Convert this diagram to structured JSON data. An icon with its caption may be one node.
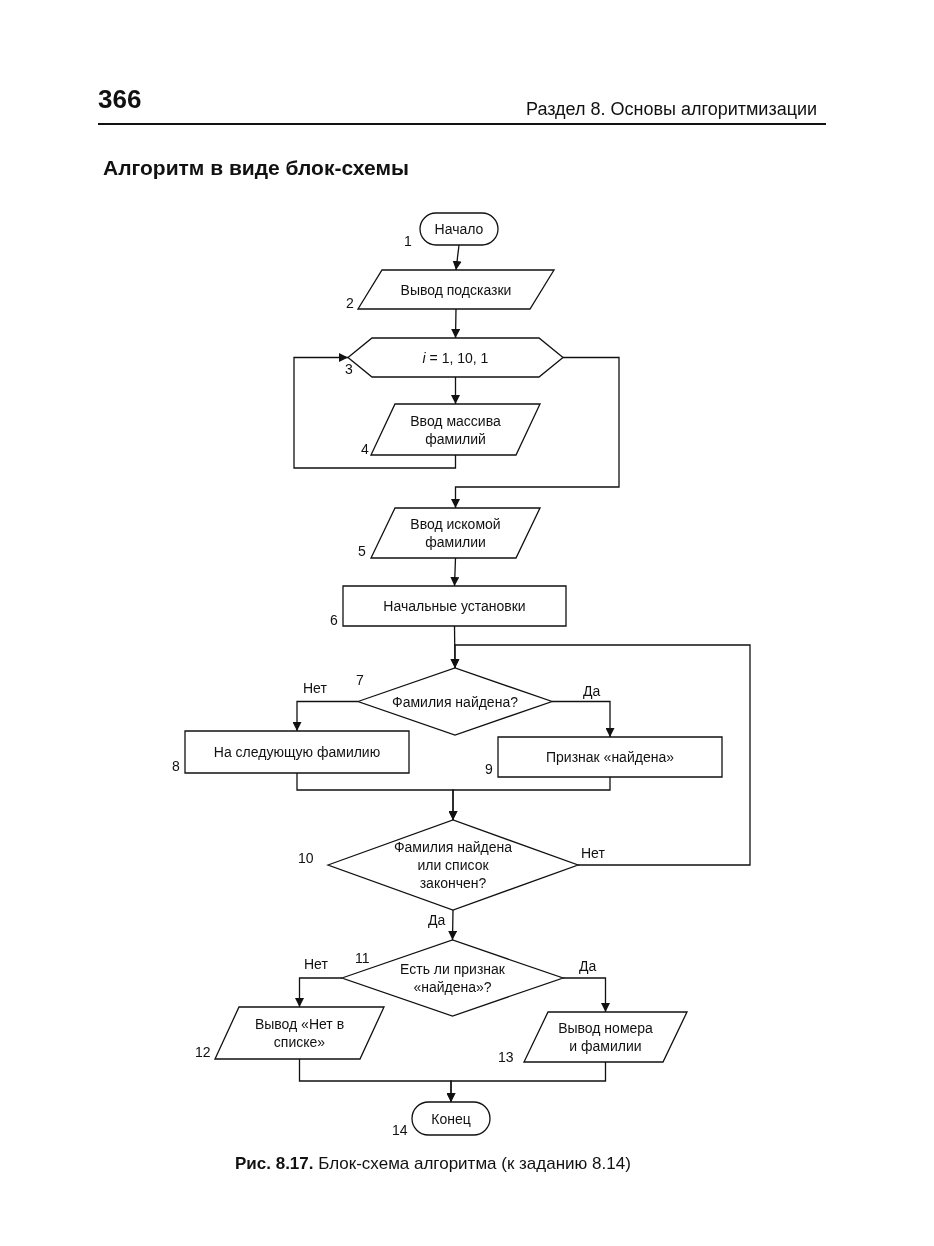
{
  "diagram": {
    "title": "Алгоритм в виде блок-схемы",
    "caption": "**Рис. 8.17.** Блок-схема алгоритма (к заданию 8.14)",
    "nodes": [
      {
        "text": [
          "Начало"
        ],
        "beside": [
          "1"
        ]
      },
      {
        "text": [
          "Вывод подсказки"
        ],
        "beside": [
          "2"
        ]
      },
      {
        "text": [
          "*i* = 1, 10, 1"
        ],
        "beside": [
          "3"
        ]
      },
      {
        "text": [
          "Ввод массива фамилий"
        ],
        "beside": [
          "4"
        ]
      },
      {
        "text": [
          "Ввод искомой фамилии"
        ],
        "beside": [
          "5"
        ]
      },
      {
        "text": [
          "Начальные установки"
        ],
        "beside": [
          "6"
        ]
      },
      {
        "text": [
          "Фамилия найдена?"
        ],
        "beside": [
          "7"
        ]
      },
      {
        "text": [
          "На следующую фамилию"
        ],
        "beside": [
          "8"
        ]
      },
      {
        "text": [
          "Признак «найдена»"
        ],
        "beside": [
          "9"
        ]
      },
      {
        "text": [
          "Фамилия найдена или список закончен?"
        ],
        "beside": [
          "10"
        ]
      },
      {
        "text": [
          "Есть ли признак «найдена»?"
        ],
        "beside": [
          "11"
        ]
      },
      {
        "text": [
          "Вывод «Нет в списке»"
        ],
        "beside": [
          "12"
        ]
      },
      {
        "text": [
          "Вывод номера и фамилии"
        ],
        "beside": [
          "13"
        ]
      },
      {
        "text": [
          "Конец"
        ],
        "beside": [
          "14"
        ]
      }
    ],
    "edges": [
      {
        "from": 0,
        "to": 1,
        "arrow": "to"
      },
      {
        "from": 1,
        "to": 2,
        "arrow": "to"
      },
      {
        "from": 2,
        "to": 3,
        "arrow": "to"
      },
      {
        "from": 3,
        "to": 2,
        "arrow": "to"
      },
      {
        "from": 2,
        "to": 4,
        "arrow": "to"
      },
      {
        "from": 4,
        "to": 5,
        "arrow": "to"
      },
      {
        "from": 5,
        "to": 6,
        "arrow": "to"
      },
      {
        "from": 6,
        "to": 7,
        "arrow": "to",
        "label": "Нет"
      },
      {
        "from": 6,
        "to": 8,
        "arrow": "to",
        "label": "Да"
      },
      {
        "from": 7,
        "to": 9,
        "arrow": "to"
      },
      {
        "from": 8,
        "to": 9,
        "arrow": "to"
      },
      {
        "from": 9,
        "to": 6,
        "arrow": "to",
        "label": "Нет"
      },
      {
        "from": 9,
        "to": 10,
        "arrow": "to",
        "label": "Да"
      },
      {
        "from": 10,
        "to": 11,
        "arrow": "to",
        "label": "Нет"
      },
      {
        "from": 10,
        "to": 12,
        "arrow": "to",
        "label": "Да"
      },
      {
        "from": 11,
        "to": 13,
        "arrow": "to"
      },
      {
        "from": 12,
        "to": 13,
        "arrow": "to"
      }
    ],
    "labels": [
      "366",
      "Раздел 8. Основы алгоритмизации"
    ]
  }
}
